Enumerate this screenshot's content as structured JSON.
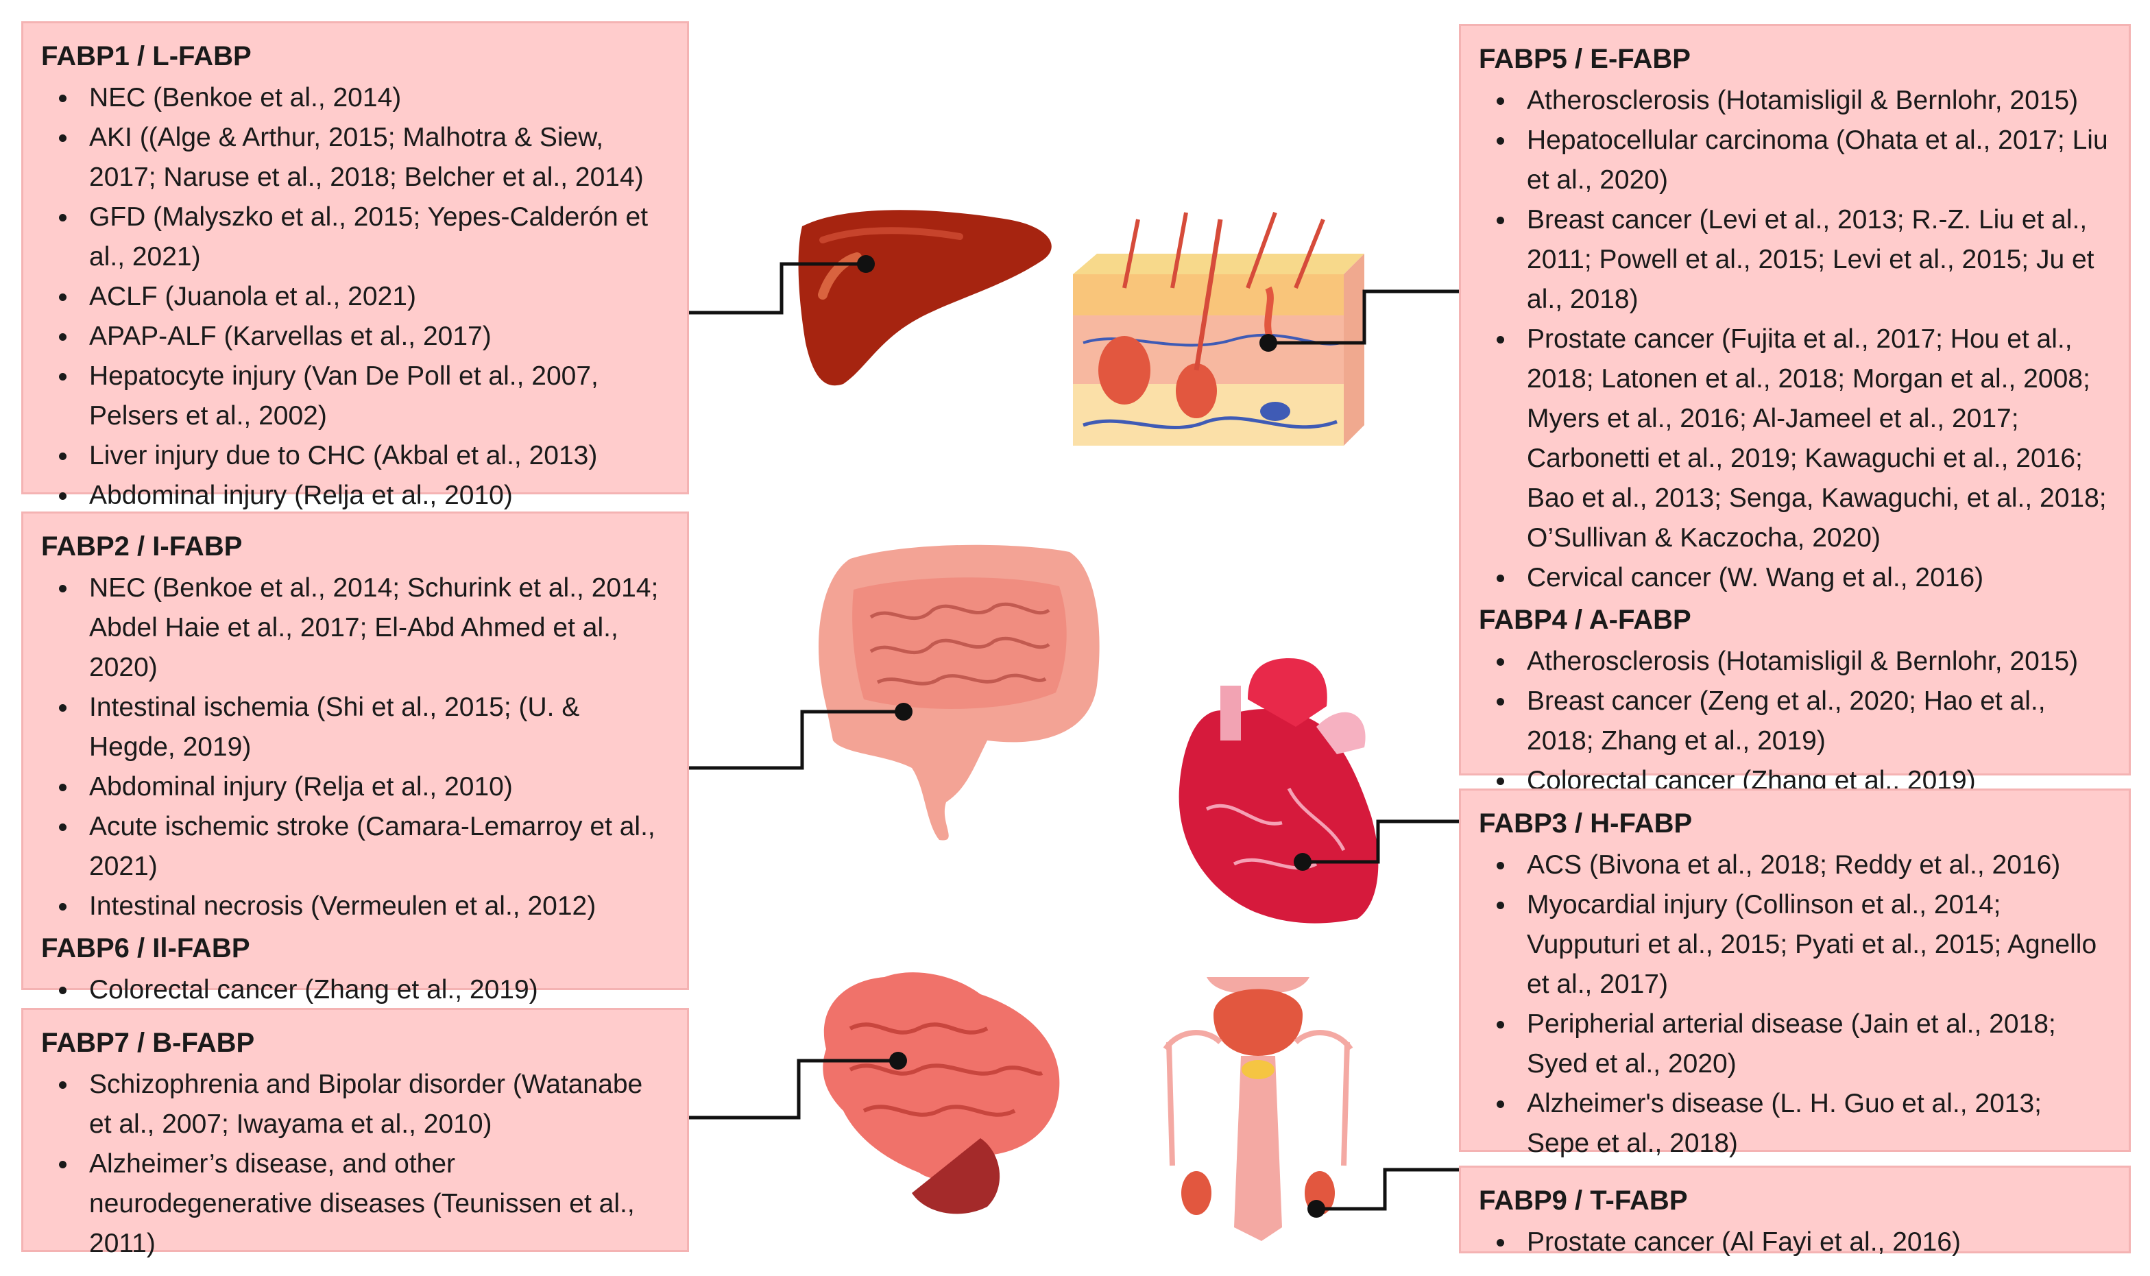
{
  "boxes": {
    "fabp1": {
      "title": "FABP1 / L-FABP",
      "items": [
        "NEC (Benkoe et al., 2014)",
        "AKI ((Alge & Arthur, 2015; Malhotra & Siew, 2017; Naruse et al., 2018; Belcher et al., 2014)",
        "GFD (Malyszko et al., 2015; Yepes-Calderón et al., 2021)",
        "ACLF (Juanola et al., 2021)",
        "APAP-ALF (Karvellas et al., 2017)",
        "Hepatocyte injury (Van De Poll et al., 2007, Pelsers et al., 2002)",
        "Liver injury due to CHC (Akbal et al., 2013)",
        "Abdominal injury (Relja et al., 2010)"
      ]
    },
    "fabp2": {
      "title": "FABP2 / I-FABP",
      "items": [
        "NEC (Benkoe et al., 2014; Schurink et al., 2014; Abdel Haie et al., 2017; El-Abd Ahmed et al., 2020)",
        "Intestinal ischemia (Shi et al., 2015; (U. & Hegde, 2019)",
        "Abdominal injury (Relja et al., 2010)",
        "Acute ischemic stroke (Camara-Lemarroy et al., 2021)",
        "Intestinal necrosis (Vermeulen et al., 2012)"
      ]
    },
    "fabp6": {
      "title": "FABP6 / Il-FABP",
      "items": [
        "Colorectal cancer (Zhang et al., 2019)"
      ]
    },
    "fabp7": {
      "title": "FABP7 / B-FABP",
      "items": [
        "Schizophrenia and Bipolar disorder (Watanabe et al., 2007; Iwayama et al., 2010)",
        "Alzheimer’s disease, and other neurodegenerative diseases (Teunissen et al., 2011)"
      ]
    },
    "fabp5": {
      "title": "FABP5 / E-FABP",
      "items": [
        "Atherosclerosis (Hotamisligil & Bernlohr, 2015)",
        "Hepatocellular carcinoma (Ohata et al., 2017; Liu et al., 2020)",
        "Breast cancer (Levi et al., 2013; R.-Z. Liu et al., 2011; Powell et al., 2015; Levi et al., 2015; Ju et al., 2018)",
        "Prostate cancer (Fujita et al., 2017; Hou et al., 2018; Latonen et al., 2018; Morgan et al., 2008; Myers et al., 2016; Al-Jameel et al., 2017; Carbonetti et al., 2019; Kawaguchi et al., 2016; Bao et al., 2013; Senga, Kawaguchi, et al., 2018; O’Sullivan & Kaczocha, 2020)",
        "Cervical cancer (W. Wang et al., 2016)"
      ]
    },
    "fabp4": {
      "title": "FABP4 / A-FABP",
      "items": [
        "Atherosclerosis (Hotamisligil & Bernlohr, 2015)",
        "Breast cancer (Zeng et al., 2020; Hao et al., 2018; Zhang et al., 2019)",
        "Colorectal cancer (Zhang et al., 2019)"
      ]
    },
    "fabp3": {
      "title": "FABP3 / H-FABP",
      "items": [
        "ACS (Bivona et al., 2018; Reddy et al., 2016)",
        "Myocardial injury (Collinson et al., 2014; Vupputuri et al., 2015; Pyati et al., 2015; Agnello et al., 2017)",
        "Peripherial arterial disease (Jain et al., 2018; Syed et al., 2020)",
        "Alzheimer's disease (L. H. Guo et al., 2013; Sepe et al., 2018)"
      ]
    },
    "fabp9": {
      "title": "FABP9 / T-FABP",
      "items": [
        "Prostate cancer (Al Fayi et al., 2016)"
      ]
    }
  },
  "colors": {
    "box_fill": "#ffcccc",
    "liver": "#a62410",
    "skin": "#f9c57a",
    "intestine": "#f08d80",
    "heart": "#d61a3c",
    "brain": "#f0726a",
    "prostate": "#f4a9a3"
  },
  "icons": [
    "liver-icon",
    "skin-icon",
    "intestine-icon",
    "heart-icon",
    "brain-icon",
    "prostate-icon"
  ]
}
